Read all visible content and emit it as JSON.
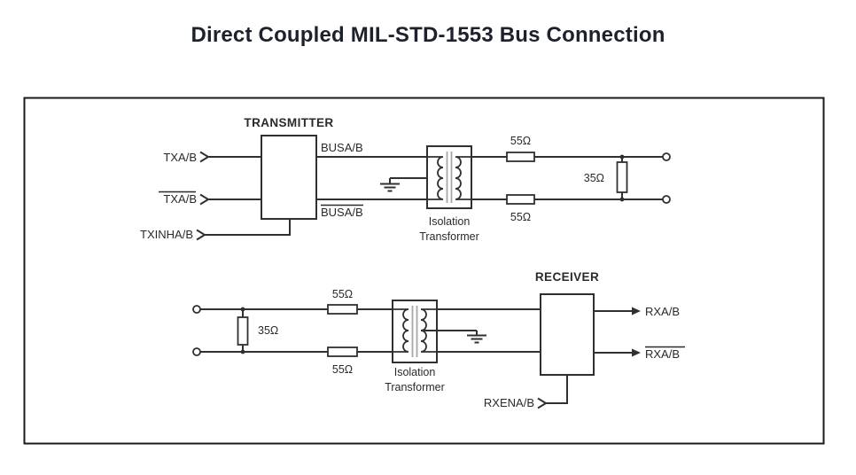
{
  "title": "Direct Coupled MIL-STD-1553 Bus Connection",
  "colors": {
    "line": "#303030",
    "transformer_core": "#a8a8a8",
    "title_text": "#1d212b",
    "background": "#ffffff"
  },
  "transmitter": {
    "section_label": "TRANSMITTER",
    "inputs": {
      "txab": "TXA/B",
      "txab_inverted": "TXA/B",
      "txinhab": "TXINHA/B"
    },
    "outputs": {
      "busab": "BUSA/B",
      "busab_inverted": "BUSA/B"
    },
    "resistors": {
      "top": "55Ω",
      "bottom": "55Ω",
      "terminator": "35Ω"
    },
    "transformer": {
      "line1": "Isolation",
      "line2": "Transformer"
    }
  },
  "receiver": {
    "section_label": "RECEIVER",
    "outputs": {
      "rxab": "RXA/B",
      "rxab_inverted": "RXA/B"
    },
    "input_label": "RXENA/B",
    "resistors": {
      "top": "55Ω",
      "bottom": "55Ω",
      "terminator": "35Ω"
    },
    "transformer": {
      "line1": "Isolation",
      "line2": "Transformer"
    }
  }
}
